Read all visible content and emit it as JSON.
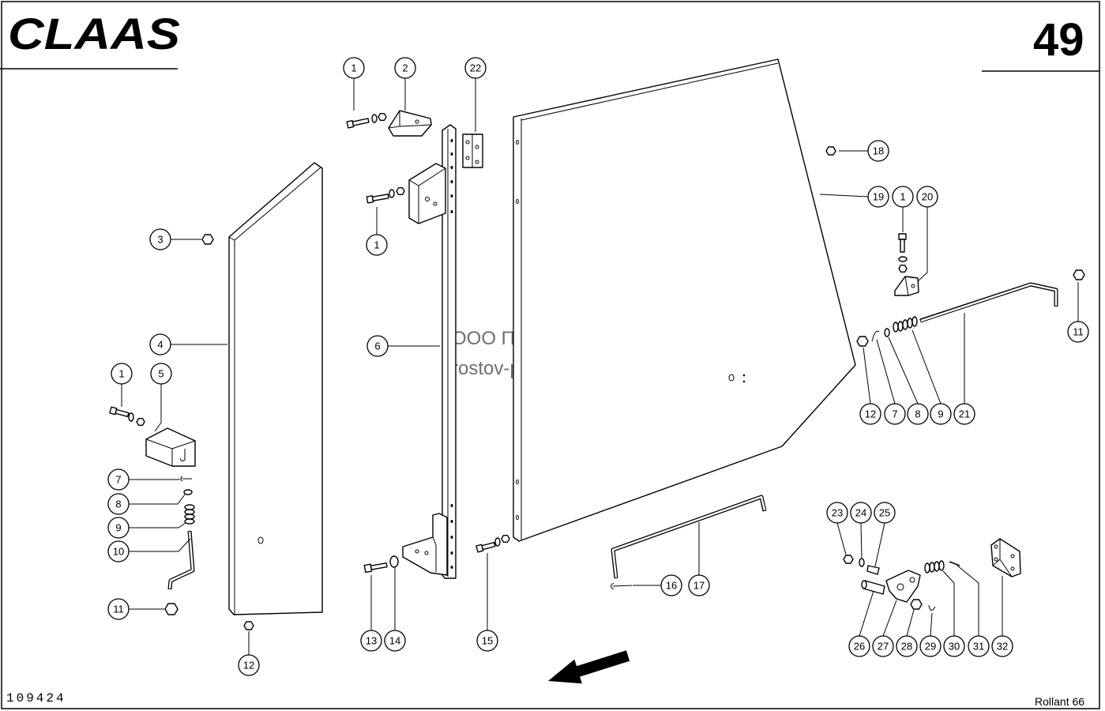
{
  "header": {
    "logo_text": "CLAAS",
    "page_number": "49"
  },
  "footer": {
    "drawing_number": "109424",
    "model": "Rollant 66"
  },
  "watermark": {
    "line1": "ООО Паритет",
    "line2": "rostov-paritet.ru"
  },
  "callouts": [
    "1",
    "2",
    "22",
    "1",
    "3",
    "4",
    "6",
    "18",
    "19",
    "1",
    "20",
    "11",
    "12",
    "7",
    "8",
    "9",
    "21",
    "1",
    "5",
    "7",
    "8",
    "9",
    "10",
    "11",
    "12",
    "13",
    "14",
    "15",
    "16",
    "17",
    "23",
    "24",
    "25",
    "26",
    "27",
    "28",
    "29",
    "30",
    "31",
    "32"
  ]
}
